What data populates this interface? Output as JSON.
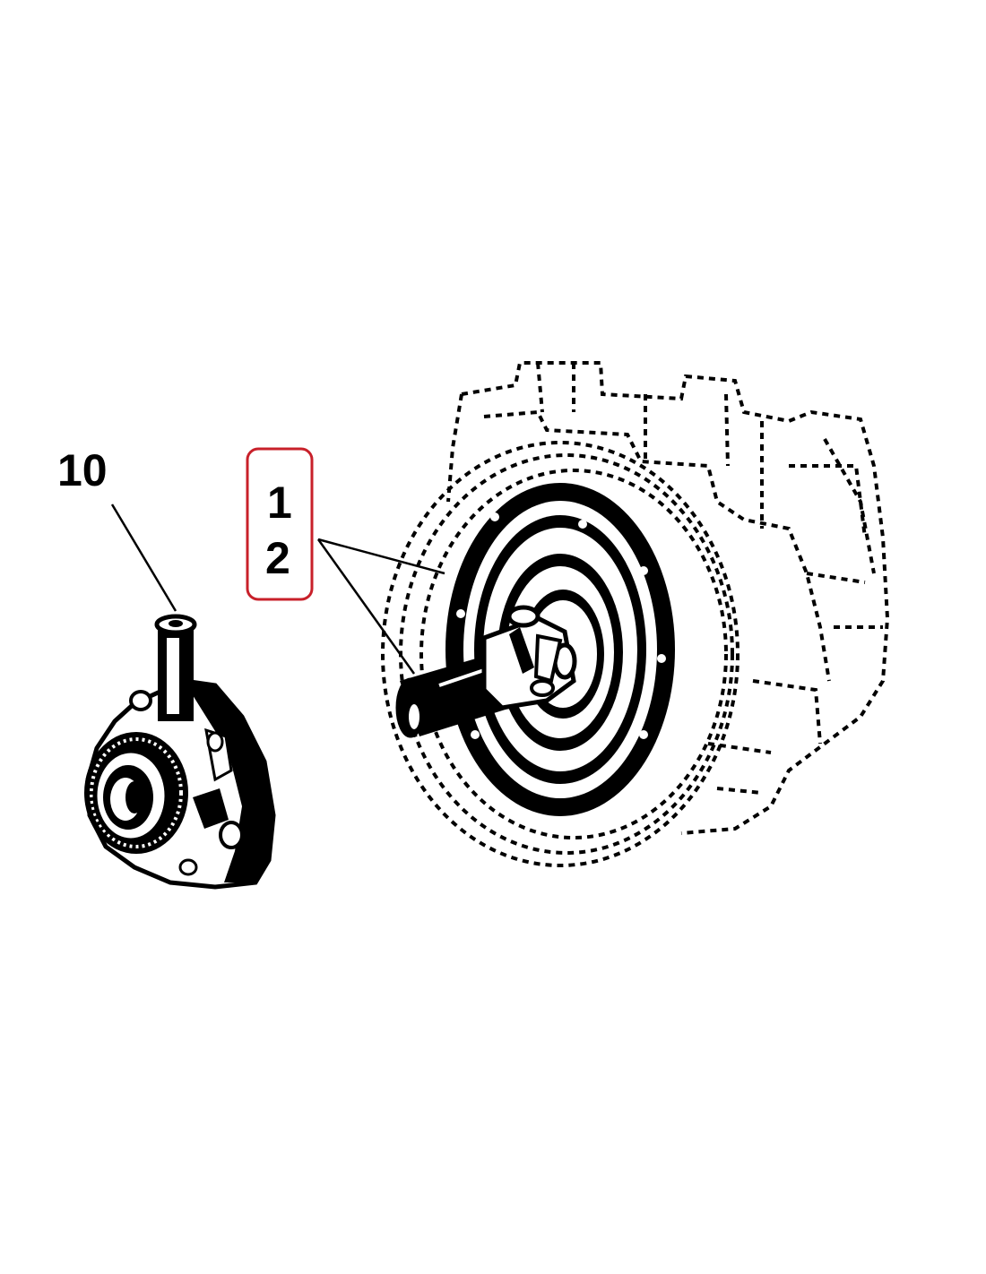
{
  "callouts": {
    "part_10": "10",
    "part_1": "1",
    "part_2": "2"
  },
  "colors": {
    "line_art": "#000000",
    "background": "#ffffff",
    "highlight_box": "#c8202a"
  },
  "icons": {
    "bearing_assembly": "release-bearing-icon",
    "transmission_housing": "transmission-housing-icon"
  }
}
